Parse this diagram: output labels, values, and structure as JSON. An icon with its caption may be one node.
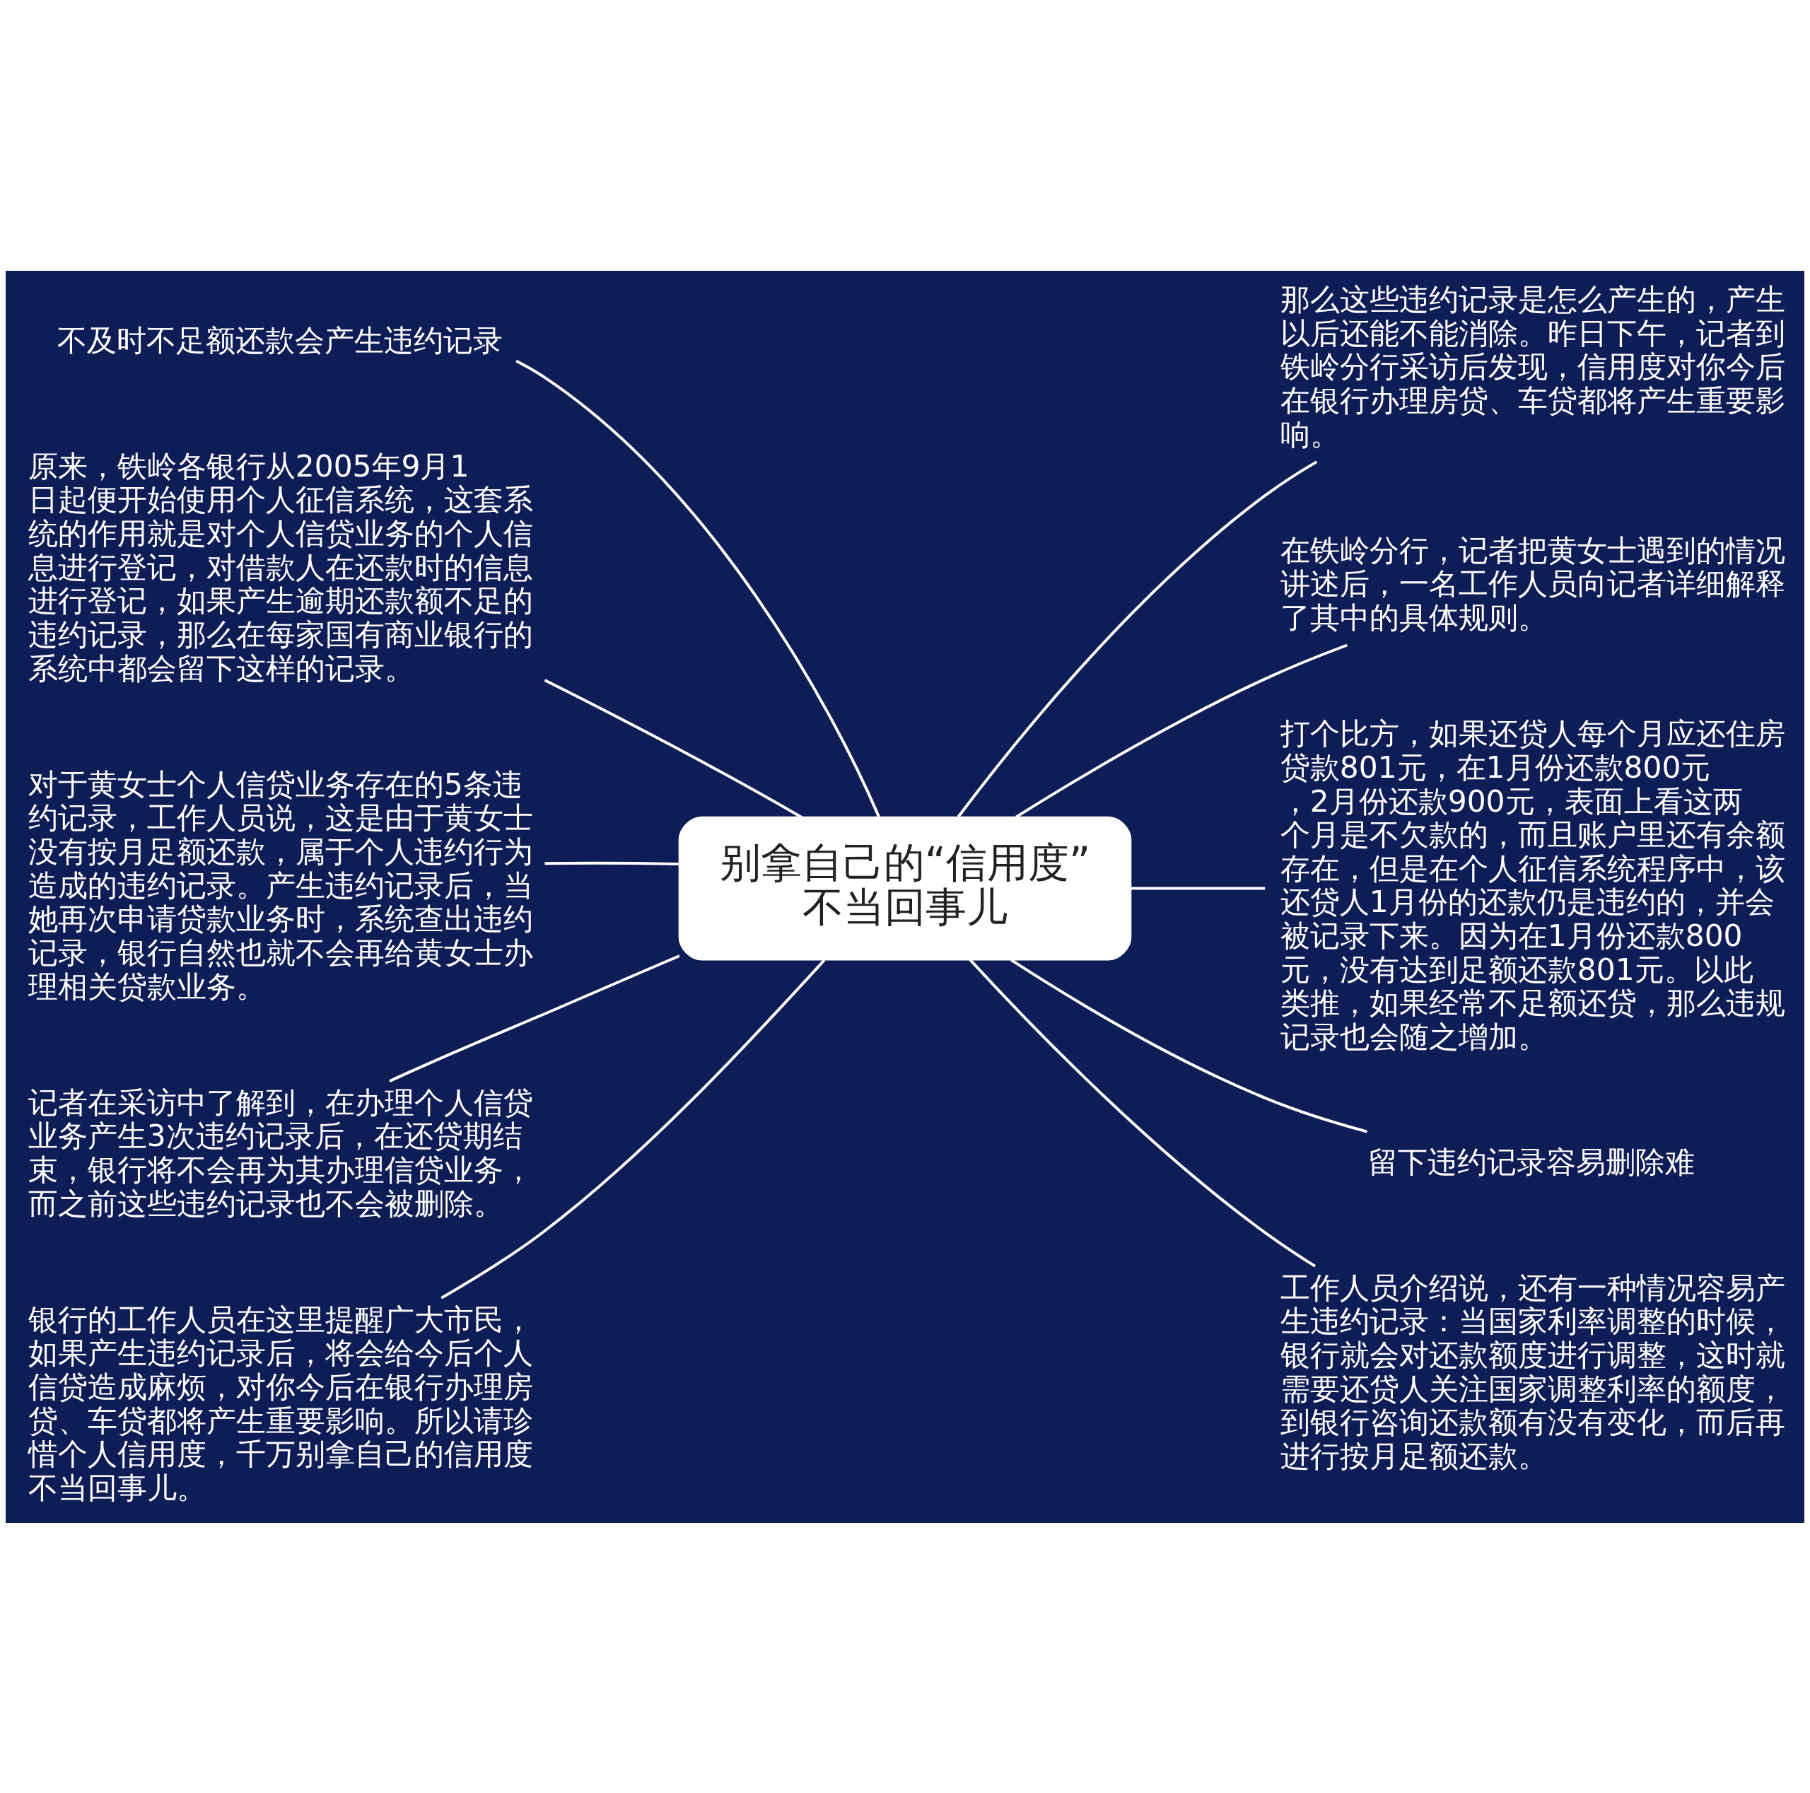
{
  "diagram": {
    "nodes": [
      {
        "text": [
          "别拿自己的“信用度”不当回事儿"
        ]
      },
      {
        "text": [
          "不及时不足额还款会产生违约记录"
        ]
      },
      {
        "text": [
          "原来，铁岭各银行从2005年9月1日起便开始使用个人征信系统，这套系统的作用就是对个人信贷业务的个人信息进行登记，对借款人在还款时的信息进行登记，如果产生逾期还款额不足的违约记录，那么在每家国有商业银行的系统中都会留下这样的记录。"
        ]
      },
      {
        "text": [
          "对于黄女士个人信贷业务存在的5条违约记录，工作人员说，这是由于黄女士没有按月足额还款，属于个人违约行为造成的违约记录。产生违约记录后，当她再次申请贷款业务时，系统查出违约记录，银行自然也就不会再给黄女士办理相关贷款业务。"
        ]
      },
      {
        "text": [
          "记者在采访中了解到，在办理个人信贷业务产生3次违约记录后，在还贷期结束，银行将不会再为其办理信贷业务，而之前这些违约记录也不会被删除。"
        ]
      },
      {
        "text": [
          "银行的工作人员在这里提醒广大市民，如果产生违约记录后，将会给今后个人信贷造成麻烦，对你今后在银行办理房贷、车贷都将产生重要影响。所以请珍惜个人信用度，千万别拿自己的信用度不当回事儿。"
        ]
      },
      {
        "text": [
          "那么这些违约记录是怎么产生的，产生以后还能不能消除。昨日下午，记者到铁岭分行采访后发现，信用度对你今后在银行办理房贷、车贷都将产生重要影响。"
        ]
      },
      {
        "text": [
          "在铁岭分行，记者把黄女士遇到的情况讲述后，一名工作人员向记者详细解释了其中的具体规则。"
        ]
      },
      {
        "text": [
          "打个比方，如果还贷人每个月应还住房贷款801元，在1月份还款800元，2月份还款900元，表面上看这两个月是不欠款的，而且账户里还有余额存在，但是在个人征信系统程序中，该还贷人1月份的还款仍是违约的，并会被记录下来。因为在1月份还款800元，没有达到足额还款801元。以此类推，如果经常不足额还贷，那么违规记录也会随之增加。"
        ]
      },
      {
        "text": [
          "留下违约记录容易删除难"
        ]
      },
      {
        "text": [
          "工作人员介绍说，还有一种情况容易产生违约记录：当国家利率调整的时候，银行就会对还款额度进行调整，这时就需要还贷人关注国家调整利率的额度，到银行咨询还款额有没有变化，而后再进行按月足额还款。"
        ]
      }
    ],
    "edges": [
      {
        "from": 0,
        "to": 1,
        "arrow": "none"
      },
      {
        "from": 0,
        "to": 2,
        "arrow": "none"
      },
      {
        "from": 0,
        "to": 3,
        "arrow": "none"
      },
      {
        "from": 0,
        "to": 4,
        "arrow": "none"
      },
      {
        "from": 0,
        "to": 5,
        "arrow": "none"
      },
      {
        "from": 0,
        "to": 6,
        "arrow": "none"
      },
      {
        "from": 0,
        "to": 7,
        "arrow": "none"
      },
      {
        "from": 0,
        "to": 8,
        "arrow": "none"
      },
      {
        "from": 0,
        "to": 9,
        "arrow": "none"
      },
      {
        "from": 0,
        "to": 10,
        "arrow": "none"
      }
    ]
  }
}
